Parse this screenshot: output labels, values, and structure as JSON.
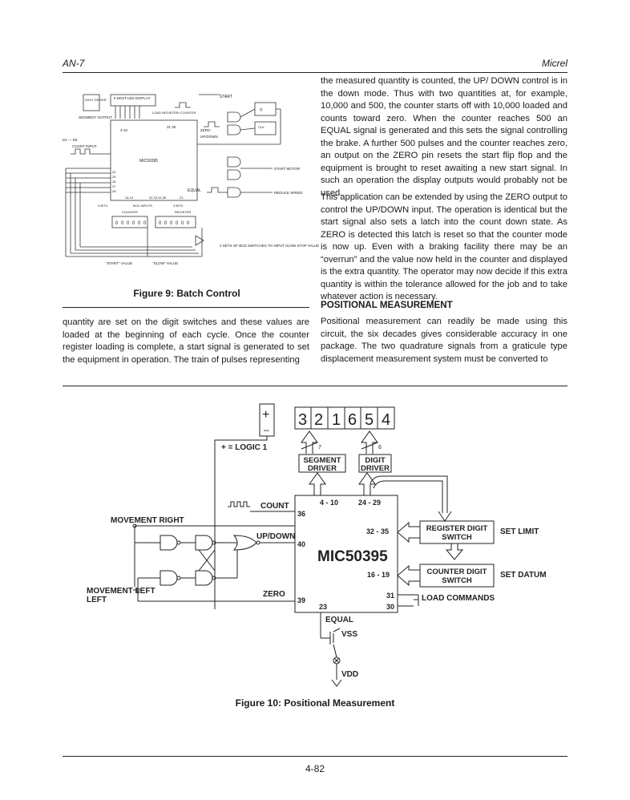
{
  "header": {
    "left": "AN-7",
    "right": "Micrel"
  },
  "figure9": {
    "caption": "Figure 9: Batch Control",
    "labels": {
      "digit_driver": "DIGIT DRIVER",
      "led_display": "6 DIGIT LED DISPLAY",
      "load_register": "LOAD REGISTER/ COUNTER",
      "segment_output": "SEGMENT OUTPUT",
      "start": "START",
      "pins_4_10": "4-10",
      "pins_31_30": "31 30",
      "zero": "ZERO",
      "updown": "UP/DOWN",
      "d1_d6": "D1 — D6",
      "count_input": "COUNT INPUT",
      "chip": "MIC50395",
      "start_motor": "START MOTOR",
      "equal": "EQUAL",
      "reduce_speed": "REDUCE SPEED",
      "pins_16_19": "16-19",
      "pins_32_35": "32,33,34,35",
      "pin_23": "23",
      "four_bits": "4 BITS",
      "bcd_inputs": "BCD INPUTS",
      "three_bits": "3 BITS",
      "counter": "COUNTER",
      "register": "REGISTER",
      "bcd_sets": "2 SETS OF BCD SWITCHES TO INPUT SLOW STOP VALUE",
      "start_value": "\"START\" VALUE",
      "slow_value": "\"SLOW\" VALUE",
      "clk": "CLK",
      "q": "Q"
    }
  },
  "left_col_text": "quantity are set on the digit switches and these values are loaded at the beginning of each cycle. Once the counter register loading is complete, a start signal is generated to set the equipment in operation. The train of pulses representing",
  "right_col": {
    "para1": "the measured quantity is counted, the UP/ DOWN control is in the down mode. Thus with two quantities at, for example, 10,000 and 500, the counter starts off with 10,000 loaded and counts toward zero. When the counter reaches 500 an EQUAL signal is generated and this sets the signal controlling the brake. A further 500 pulses and the counter reaches zero, an output on the ZERO pin resets the start flip flop and the equipment is brought to reset awaiting a new start signal. In such an operation the display outputs would probably not be used.",
    "para2": "This application can be extended by using the ZERO output to control the UP/DOWN input. The operation is identical but the start signal also sets a latch into the count down state. As ZERO is detected this latch is reset so that the counter mode is now up. Even with a braking facility there may be an “overrun” and the value now held in the counter and displayed is the extra quantity. The operator may now decide if this extra quantity is within the tolerance allowed for the job and to take whatever action is necessary.",
    "heading": "POSITIONAL MEASUREMENT",
    "para3": "Positional measurement can readily be made using this circuit, the six decades gives considerable accuracy in one package. The two quadrature signals from a graticule type displacement measurement system must be converted to"
  },
  "figure10": {
    "caption": "Figure 10: Positional Measurement",
    "sign_plus": "+",
    "sign_minus": "–",
    "digits": [
      "3",
      "2",
      "1",
      "6",
      "5",
      "4"
    ],
    "logic": "+ = LOGIC 1",
    "seg_count": "7",
    "dig_count": "6",
    "segment_driver": "SEGMENT DRIVER",
    "digit_driver": "DIGIT DRIVER",
    "count": "COUNT",
    "pin_36": "36",
    "pin_4_10": "4 - 10",
    "pin_24_29": "24 - 29",
    "movement_right": "MOVEMENT RIGHT",
    "updown": "UP/DOWN",
    "pin_40": "40",
    "pin_32_35": "32 - 35",
    "chip": "MIC50395",
    "pin_16_19": "16 - 19",
    "register_switch": "REGISTER DIGIT SWITCH",
    "set_limit": "SET LIMIT",
    "counter_switch": "COUNTER DIGIT SWITCH",
    "set_datum": "SET DATUM",
    "movement_left": "MOVEMENT LEFT",
    "zero": "ZERO",
    "pin_39": "39",
    "pin_23": "23",
    "pin_31": "31",
    "pin_30": "30",
    "load_commands": "LOAD COMMANDS",
    "equal": "EQUAL",
    "vss": "VSS",
    "vdd": "VDD"
  },
  "page_number": "4-82"
}
